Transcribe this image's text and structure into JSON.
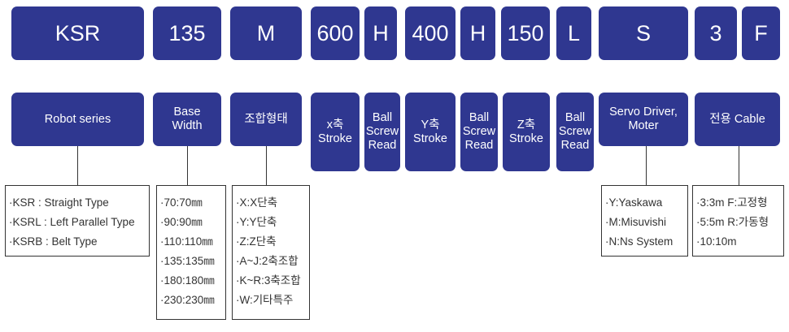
{
  "codes": [
    "KSR",
    "135",
    "M",
    "600",
    "H",
    "400",
    "H",
    "150",
    "L",
    "S",
    "3",
    "F"
  ],
  "labels": [
    "Robot series",
    "Base\nWidth",
    "조합형태",
    "x축\nStroke",
    "Ball\nScrew\nRead",
    "Y축\nStroke",
    "Ball\nScrew\nRead",
    "Z축\nStroke",
    "Ball\nScrew\nRead",
    "Servo Driver,\nMoter",
    "전용 Cable"
  ],
  "descriptions": {
    "robot_series": [
      "·KSR : Straight Type",
      "·KSRL : Left Parallel Type",
      "·KSRB : Belt Type"
    ],
    "base_width": [
      "·70:70㎜",
      "·90:90㎜",
      "·110:110㎜",
      "·135:135㎜",
      "·180:180㎜",
      "·230:230㎜"
    ],
    "combination": [
      "·X:X단축",
      "·Y:Y단축",
      "·Z:Z단축",
      "·A~J:2축조합",
      "·K~R:3축조합",
      "·W:기타특주"
    ],
    "servo": [
      "·Y:Yaskawa",
      "·M:Misuvishi",
      "·N:Ns System"
    ],
    "cable": [
      "·3:3m F:고정형",
      "·5:5m R:가동형",
      "·10:10m"
    ]
  },
  "colors": {
    "box": "#2f3790",
    "text_on_box": "#ffffff",
    "line": "#333333"
  }
}
